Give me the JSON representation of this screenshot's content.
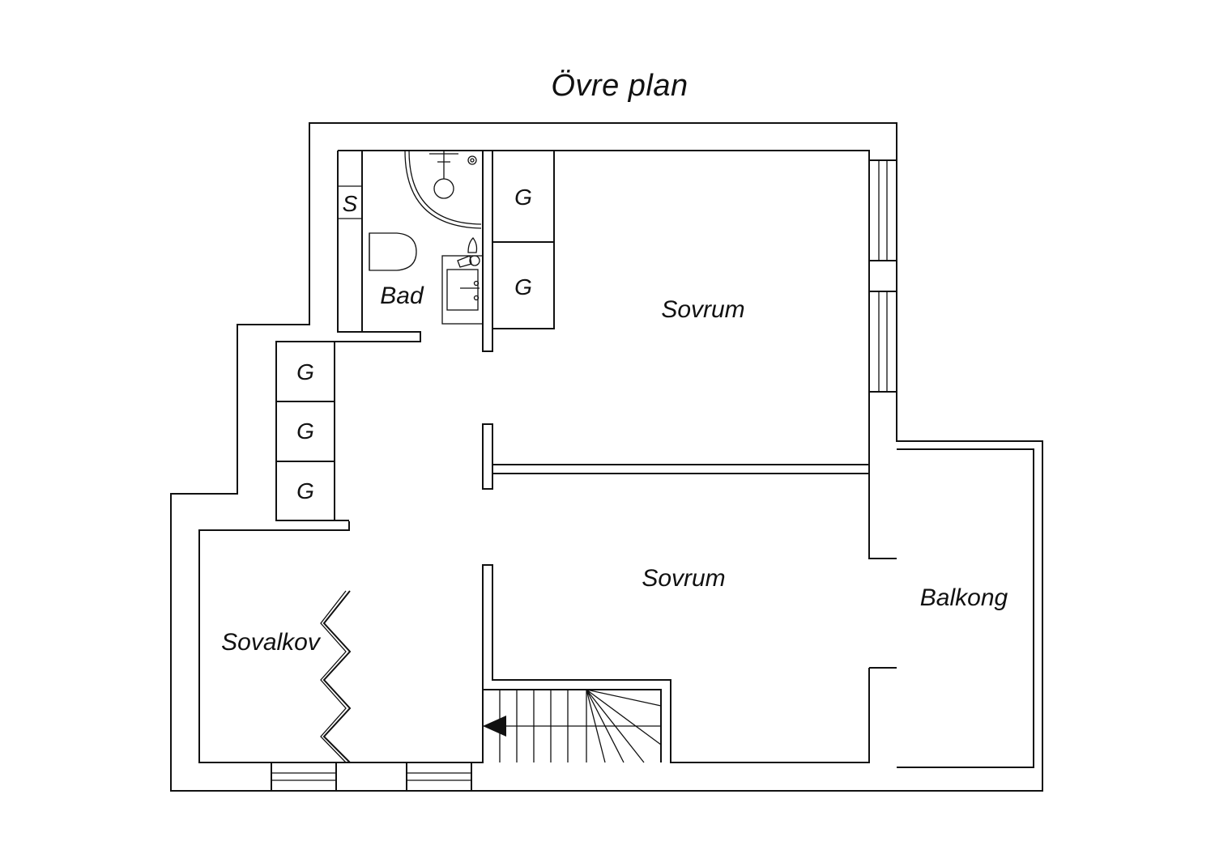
{
  "plan": {
    "title": "Övre plan",
    "rooms": {
      "bad": "Bad",
      "sovrum_upper": "Sovrum",
      "sovrum_lower": "Sovrum",
      "sovalkov": "Sovalkov",
      "balkong": "Balkong"
    },
    "cabinet_s": "S",
    "wardrobes": [
      "G",
      "G",
      "G",
      "G",
      "G"
    ]
  }
}
